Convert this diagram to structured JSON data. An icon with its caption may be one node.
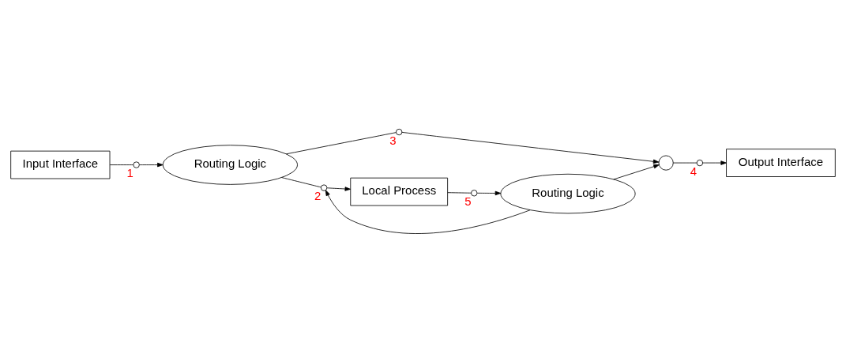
{
  "diagram": {
    "nodes": [
      {
        "text": [
          "Input Interface"
        ]
      },
      {
        "text": [],
        "shape": "circle",
        "beside": [
          "1"
        ]
      },
      {
        "text": [
          "Routing Logic"
        ]
      },
      {
        "text": [],
        "shape": "circle",
        "beside": [
          "3"
        ]
      },
      {
        "text": [],
        "shape": "circle"
      },
      {
        "text": [],
        "shape": "circle",
        "beside": [
          "4"
        ]
      },
      {
        "text": [
          "Output Interface"
        ]
      },
      {
        "text": [],
        "shape": "circle",
        "beside": [
          "2"
        ]
      },
      {
        "text": [
          "Local Process"
        ]
      },
      {
        "text": [],
        "shape": "circle",
        "beside": [
          "5"
        ]
      },
      {
        "text": [
          "Routing Logic"
        ]
      }
    ],
    "edges": [
      {
        "from": 0,
        "to": 1,
        "arrow": "none"
      },
      {
        "from": 1,
        "to": 2,
        "arrow": "to"
      },
      {
        "from": 2,
        "to": 3,
        "arrow": "none"
      },
      {
        "from": 3,
        "to": 4,
        "arrow": "to"
      },
      {
        "from": 4,
        "to": 5,
        "arrow": "none"
      },
      {
        "from": 5,
        "to": 6,
        "arrow": "to"
      },
      {
        "from": 2,
        "to": 7,
        "arrow": "none"
      },
      {
        "from": 10,
        "to": 7,
        "arrow": "to"
      },
      {
        "from": 7,
        "to": 8,
        "arrow": "to"
      },
      {
        "from": 8,
        "to": 9,
        "arrow": "none"
      },
      {
        "from": 9,
        "to": 10,
        "arrow": "to"
      },
      {
        "from": 10,
        "to": 4,
        "arrow": "to"
      }
    ]
  }
}
